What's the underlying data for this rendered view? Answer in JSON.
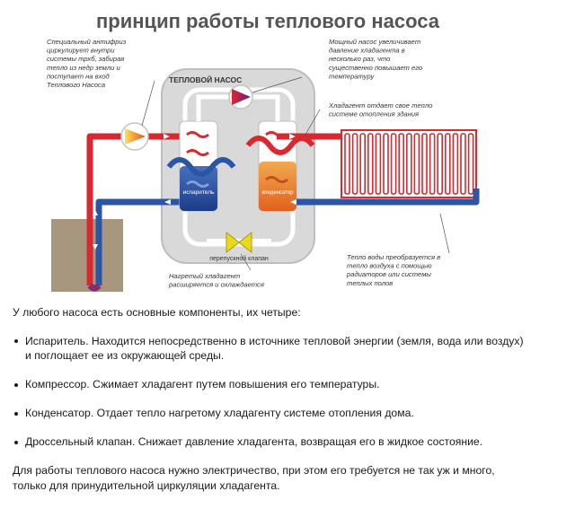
{
  "diagram": {
    "title": "принцип работы теплового насоса",
    "box_label": "ТЕПЛОВОЙ НАСОС",
    "evaporator_label": "испаритель",
    "condenser_label": "конденсатор",
    "valve_label": "перепускной клапан",
    "annotations": {
      "antifreeze": [
        "Специальный антифриз",
        "циркулирует внутри",
        "системы трхб, забирая",
        "тепло из недр земли и",
        "поступает на вход",
        "Теплового Насоса"
      ],
      "pump": [
        "Мощный насос увеличивает",
        "давление хладагента в",
        "несколько раз, что",
        "существенно повышает его",
        "температуру"
      ],
      "refrigerant_heat": [
        "Хладагент отдает свое тепло",
        "системе отопления здания"
      ],
      "water_heat": [
        "Тепло воды преобразуется в",
        "тепло воздуха  с помощью",
        "радиаторов или системы",
        "теплых полов"
      ],
      "expansion": [
        "Нагретый хладагент",
        "расширяется и охлаждается"
      ]
    },
    "colors": {
      "hot": "#d9282f",
      "cold": "#2b55a5",
      "ground": "#a8977f",
      "box": "#d9d9d9",
      "valve": "#e9d91a",
      "title": "#555555"
    }
  },
  "article": {
    "intro": "У любого насоса есть основные компоненты, их четыре:",
    "items": [
      [
        "Испаритель. Находится непосредственно в источнике тепловой энергии (земля, вода или воздух)",
        "и поглощает ее из окружающей среды."
      ],
      [
        "Компрессор. Сжимает хладагент путем повышения его температуры."
      ],
      [
        "Конденсатор. Отдает тепло нагретому хладагенту системе отопления дома."
      ],
      [
        "Дроссельный клапан. Снижает давление хладагента, возвращая его в жидкое состояние."
      ]
    ],
    "outro": [
      "Для работы теплового насоса нужно электричество, при этом его требуется не так уж и много,",
      "только для принудительной циркуляции хладагента."
    ]
  }
}
